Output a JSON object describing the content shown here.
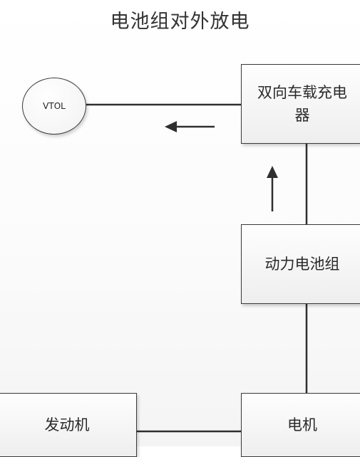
{
  "title": "电池组对外放电",
  "nodes": {
    "vtol": "VTOL",
    "charger": "双向车载充电器",
    "battery": "动力电池组",
    "engine": "发动机",
    "motor": "电机"
  },
  "colors": {
    "line": "#2f2f2f",
    "box_border": "#3a3a3a",
    "box_fill_top": "#fefefe",
    "box_fill_bottom": "#eeeeee"
  }
}
